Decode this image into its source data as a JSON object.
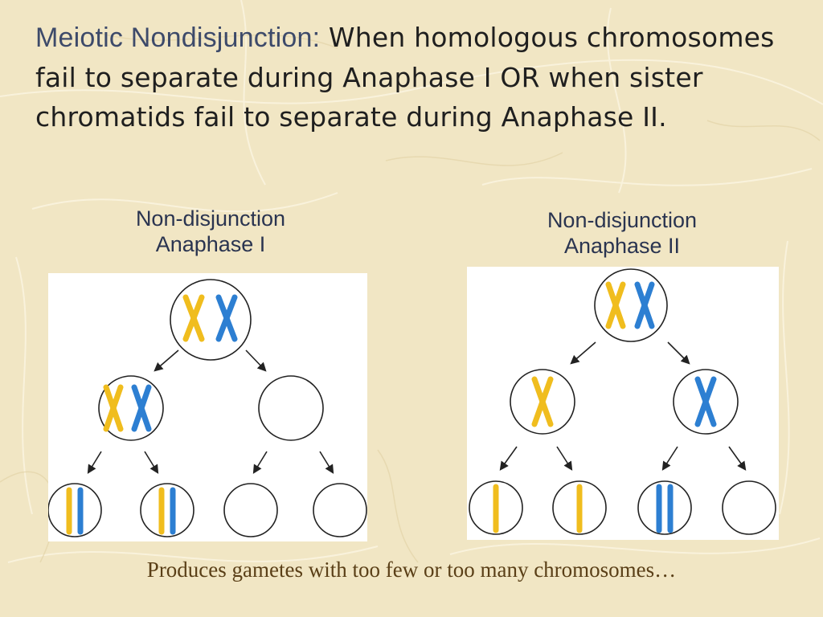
{
  "slide": {
    "title_lead": "Meiotic Nondisjunction:",
    "title_body": "When homologous chromosomes fail to separate during Anaphase I OR when sister chromatids fail to separate during Anaphase II.",
    "footer": "Produces gametes with too few or too many chromosomes…"
  },
  "panels": [
    {
      "label_line1": "Non-disjunction",
      "label_line2": "Anaphase I"
    },
    {
      "label_line1": "Non-disjunction",
      "label_line2": "Anaphase II"
    }
  ],
  "colors": {
    "background": "#f1e6c4",
    "chromosome_yellow": "#f0bd1e",
    "chromosome_blue": "#2d7fd2",
    "outline": "#222222"
  }
}
